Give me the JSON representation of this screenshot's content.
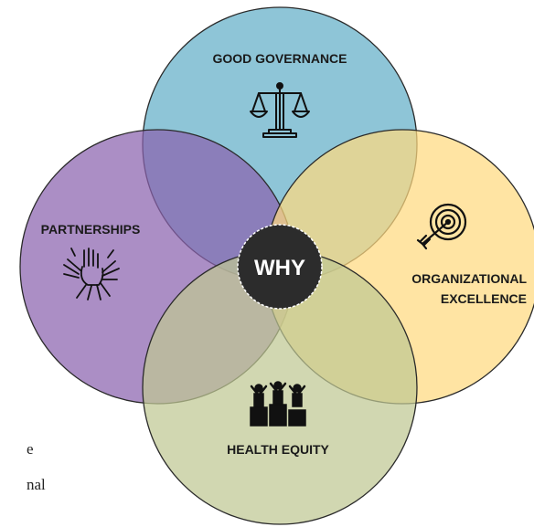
{
  "diagram": {
    "center_label": "WHY",
    "circles": [
      {
        "id": "good-governance",
        "lines": [
          "GOOD GOVERNANCE"
        ],
        "color": "#62AFC7",
        "icon": "scales-of-justice-icon"
      },
      {
        "id": "partnerships",
        "lines": [
          "PARTNERSHIPS"
        ],
        "color": "#8A63AE",
        "icon": "joined-hands-icon"
      },
      {
        "id": "organizational-excellence",
        "lines": [
          "ORGANIZATIONAL",
          "EXCELLENCE"
        ],
        "color": "#FFD980",
        "icon": "target-bullseye-icon"
      },
      {
        "id": "health-equity",
        "lines": [
          "HEALTH EQUITY"
        ],
        "color": "#BFC793",
        "icon": "people-on-podiums-icon"
      }
    ],
    "center_color": "#2C2C2C",
    "outline_color": "#2A2A2A"
  },
  "cropped_text": [
    "e",
    "nal"
  ]
}
